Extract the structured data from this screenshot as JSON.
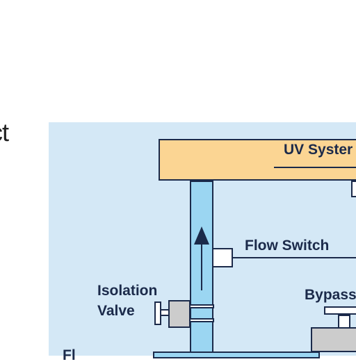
{
  "page": {
    "left_fragment": "ct",
    "bottom_fragment": "Fl"
  },
  "diagram": {
    "uv_system_label": "UV Syster",
    "flow_switch_label": "Flow Switch",
    "isolation_valve_label": "Isolation\nValve",
    "bypass_label": "Bypass"
  },
  "colors": {
    "panel_background": "#d4e8f6",
    "uv_box_fill": "#fbd593",
    "pipe_fill": "#9bd6f2",
    "outline": "#1b2a4a",
    "valve_body": "#cccccc"
  }
}
